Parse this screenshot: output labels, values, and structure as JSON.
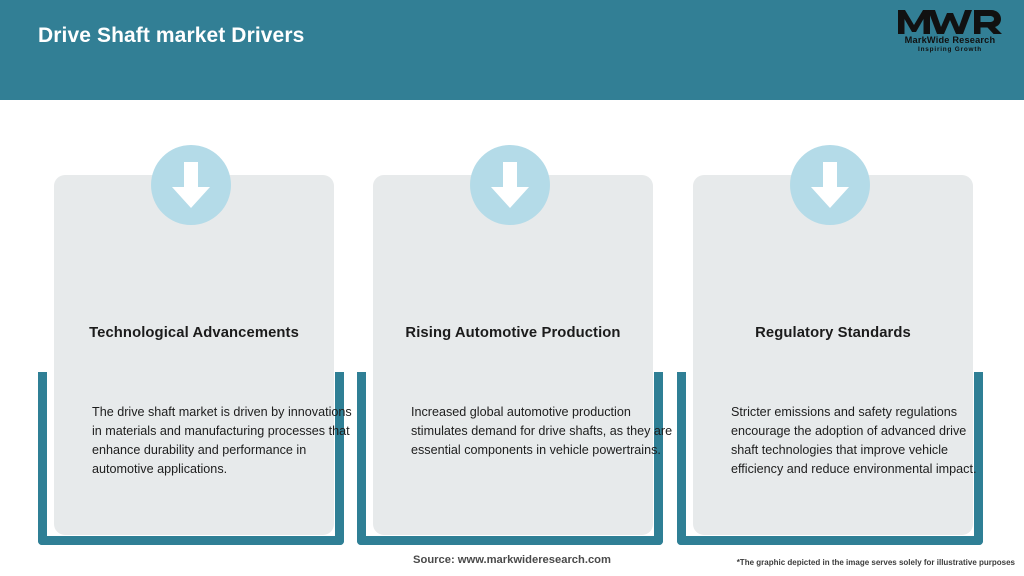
{
  "header": {
    "title": "Drive Shaft market Drivers",
    "background_color": "#327f95",
    "title_color": "#ffffff"
  },
  "logo": {
    "mark": "MWR",
    "name": "MarkWide Research",
    "tagline": "Inspiring Growth"
  },
  "theme": {
    "accent_teal": "#2f7f95",
    "card_background": "#e7eaeb",
    "icon_circle": "#b4dbe8",
    "arrow_color": "#ffffff",
    "page_background": "#ffffff"
  },
  "cards": [
    {
      "icon": "down-arrow-icon",
      "title": "Technological Advancements",
      "body": "The drive shaft market is driven by innovations in materials and manufacturing processes that enhance durability and performance in automotive applications."
    },
    {
      "icon": "down-arrow-icon",
      "title": "Rising Automotive Production",
      "body": "Increased global automotive production stimulates demand for drive shafts, as they are essential components in vehicle powertrains."
    },
    {
      "icon": "down-arrow-icon",
      "title": "Regulatory Standards",
      "body": "Stricter emissions and safety regulations encourage the adoption of advanced drive shaft technologies that improve vehicle efficiency and reduce environmental impact."
    }
  ],
  "footer": {
    "source": "Source: www.markwideresearch.com",
    "disclaimer": "*The graphic depicted in the image serves solely for illustrative purposes"
  }
}
